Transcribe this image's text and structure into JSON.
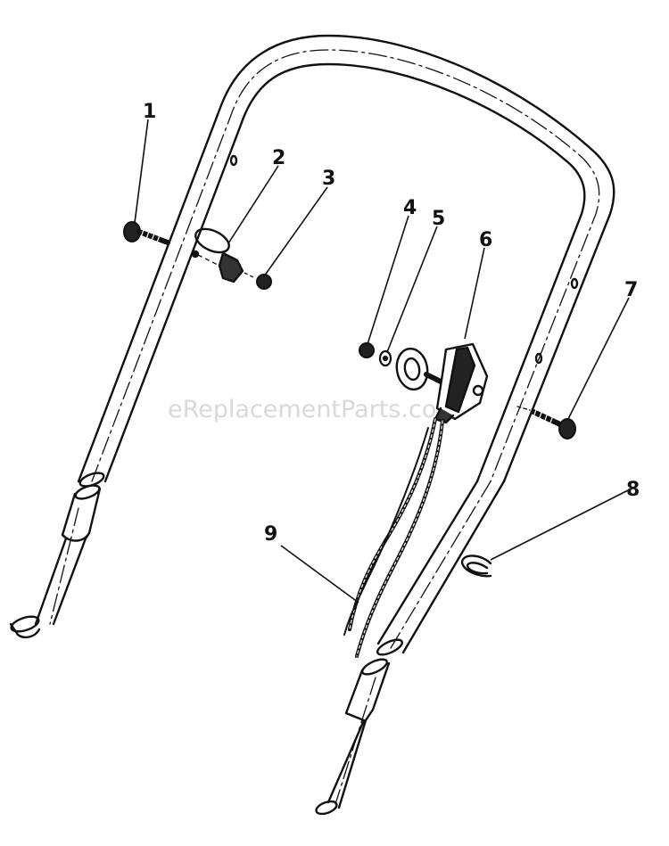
{
  "watermark": "eReplacementParts.com",
  "callouts": {
    "c1": "1",
    "c2": "2",
    "c3": "3",
    "c4": "4",
    "c5": "5",
    "c6": "6",
    "c7": "7",
    "c8": "8",
    "c9": "9"
  }
}
